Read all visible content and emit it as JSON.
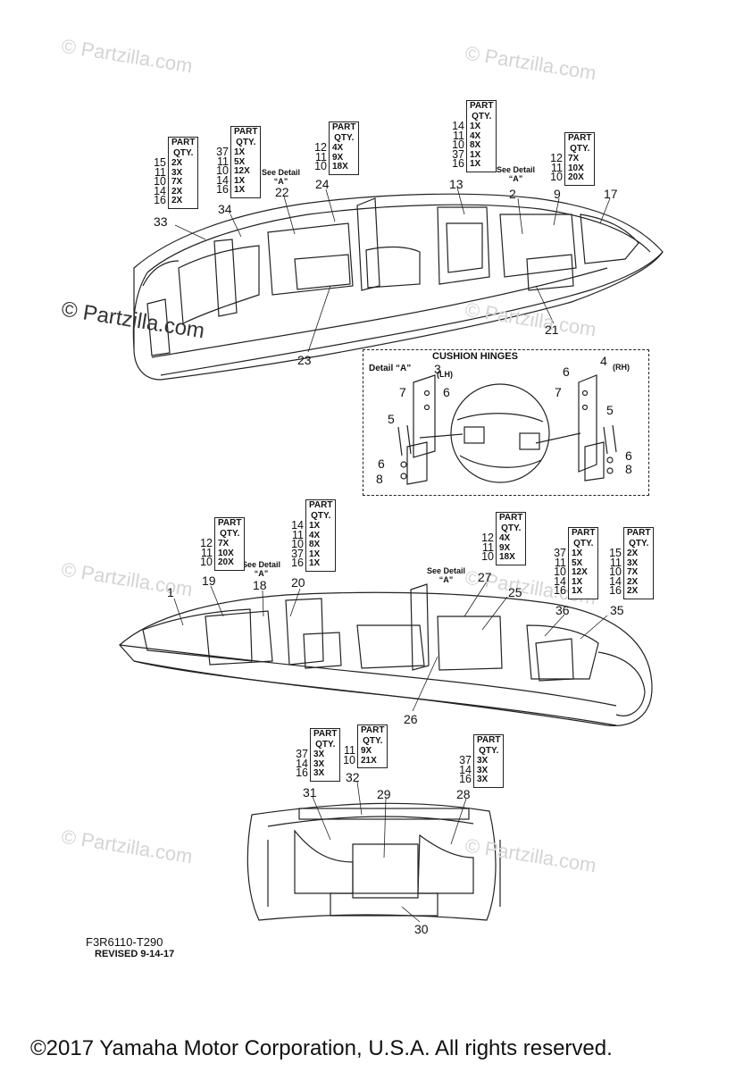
{
  "watermark": "© Partzilla.com",
  "diagram_code": "F3R6110-T290",
  "revised": "REVISED 9-14-17",
  "copyright": "©2017 Yamaha Motor Corporation, U.S.A. All rights reserved.",
  "detail": {
    "title": "CUSHION HINGES",
    "label": "Detail “A”",
    "lh": "(LH)",
    "rh": "(RH)"
  },
  "see_detail": "See Detail",
  "see_detail_a": "“A”",
  "qty_header_1": "PART",
  "qty_header_2": "QTY.",
  "qty_tables": [
    {
      "refs": [
        "15",
        "11",
        "10",
        "14",
        "16"
      ],
      "qtys": [
        "2X",
        "3X",
        "7X",
        "2X",
        "2X"
      ]
    },
    {
      "refs": [
        "37",
        "11",
        "10",
        "14",
        "16"
      ],
      "qtys": [
        "1X",
        "5X",
        "12X",
        "1X",
        "1X"
      ]
    },
    {
      "refs": [
        "12",
        "11",
        "10"
      ],
      "qtys": [
        "4X",
        "9X",
        "18X"
      ]
    },
    {
      "refs": [
        "14",
        "11",
        "10",
        "37",
        "16"
      ],
      "qtys": [
        "1X",
        "4X",
        "8X",
        "1X",
        "1X"
      ]
    },
    {
      "refs": [
        "12",
        "11",
        "10"
      ],
      "qtys": [
        "7X",
        "10X",
        "20X"
      ]
    },
    {
      "refs": [
        "12",
        "11",
        "10"
      ],
      "qtys": [
        "7X",
        "10X",
        "20X"
      ]
    },
    {
      "refs": [
        "14",
        "11",
        "10",
        "37",
        "16"
      ],
      "qtys": [
        "1X",
        "4X",
        "8X",
        "1X",
        "1X"
      ]
    },
    {
      "refs": [
        "12",
        "11",
        "10"
      ],
      "qtys": [
        "4X",
        "9X",
        "18X"
      ]
    },
    {
      "refs": [
        "37",
        "11",
        "10",
        "14",
        "16"
      ],
      "qtys": [
        "1X",
        "5X",
        "12X",
        "1X",
        "1X"
      ]
    },
    {
      "refs": [
        "15",
        "11",
        "10",
        "14",
        "16"
      ],
      "qtys": [
        "2X",
        "3X",
        "7X",
        "2X",
        "2X"
      ]
    },
    {
      "refs": [
        "37",
        "14",
        "16"
      ],
      "qtys": [
        "3X",
        "3X",
        "3X"
      ]
    },
    {
      "refs": [
        "11",
        "10"
      ],
      "qtys": [
        "9X",
        "21X"
      ]
    },
    {
      "refs": [
        "37",
        "14",
        "16"
      ],
      "qtys": [
        "3X",
        "3X",
        "3X"
      ]
    }
  ],
  "callouts": [
    "33",
    "34",
    "22",
    "24",
    "13",
    "2",
    "9",
    "17",
    "21",
    "23",
    "3",
    "4",
    "6",
    "7",
    "5",
    "6",
    "8",
    "6",
    "7",
    "5",
    "6",
    "8",
    "1",
    "19",
    "18",
    "20",
    "27",
    "25",
    "36",
    "35",
    "26",
    "31",
    "32",
    "29",
    "28",
    "30"
  ]
}
